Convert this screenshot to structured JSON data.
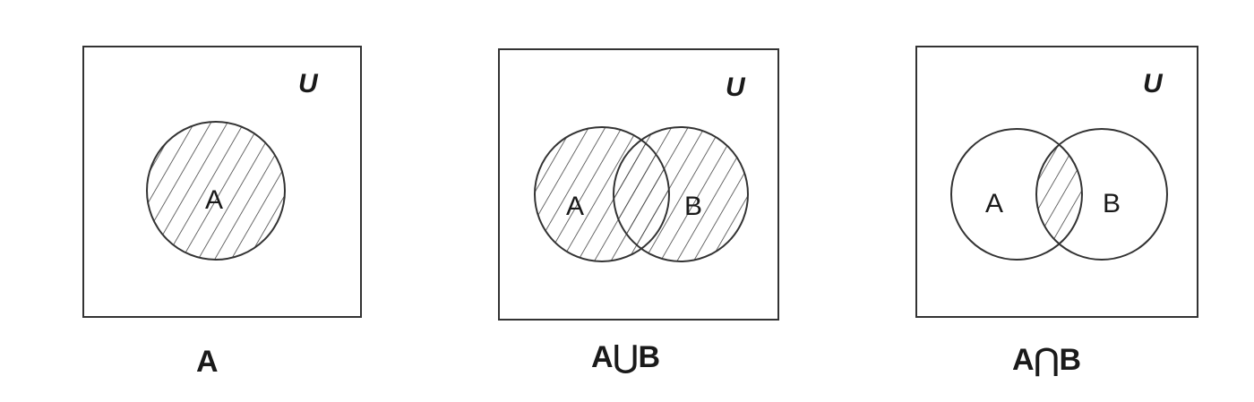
{
  "diagrams": [
    {
      "universe_label": "U",
      "set_labels": [
        "A"
      ],
      "caption": "A",
      "shaded_region": "A"
    },
    {
      "universe_label": "U",
      "set_labels": [
        "A",
        "B"
      ],
      "caption": "A⋃B",
      "shaded_region": "A union B"
    },
    {
      "universe_label": "U",
      "set_labels": [
        "A",
        "B"
      ],
      "caption": "A⋂B",
      "shaded_region": "A intersection B"
    }
  ],
  "colors": {
    "stroke": "#333333",
    "hatch": "#444444",
    "background": "#ffffff"
  }
}
